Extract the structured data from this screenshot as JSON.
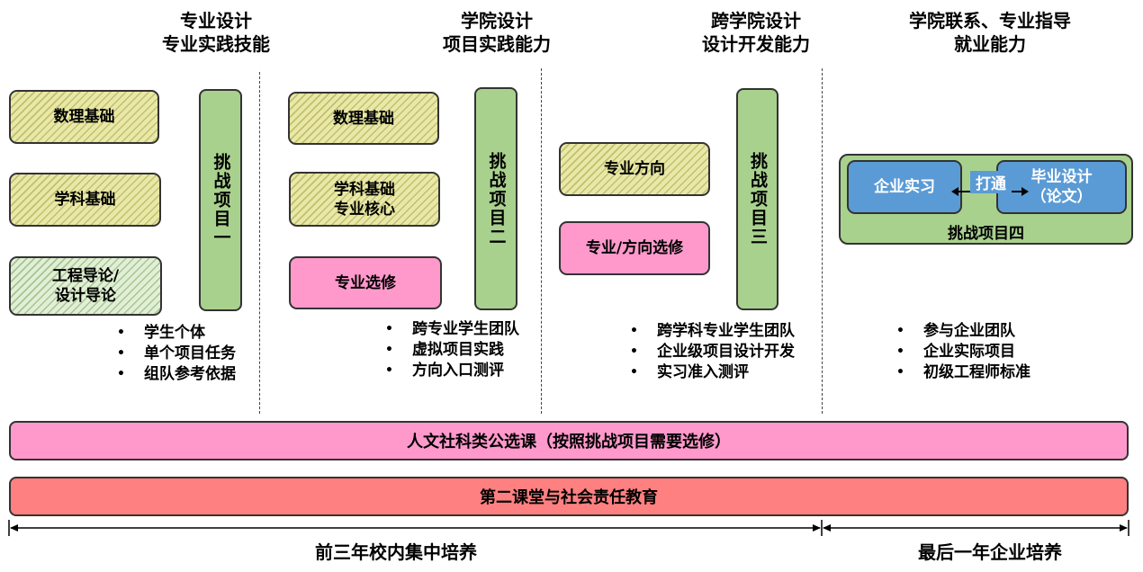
{
  "columns": [
    {
      "header": [
        "专业设计",
        "专业实践技能"
      ],
      "boxes": [
        "数理基础",
        "学科基础",
        "工程导论/\n设计导论"
      ],
      "challenge": "挑战项目一",
      "bullets": [
        "学生个体",
        "单个项目任务",
        "组队参考依据"
      ]
    },
    {
      "header": [
        "学院设计",
        "项目实践能力"
      ],
      "boxes": [
        "数理基础",
        "学科基础\n专业核心",
        "专业选修"
      ],
      "challenge": "挑战项目二",
      "bullets": [
        "跨专业学生团队",
        "虚拟项目实践",
        "方向入口测评"
      ]
    },
    {
      "header": [
        "跨学院设计",
        "设计开发能力"
      ],
      "boxes": [
        "专业方向",
        "专业/方向选修"
      ],
      "challenge": "挑战项目三",
      "bullets": [
        "跨学科专业学生团队",
        "企业级项目设计开发",
        "实习准入测评"
      ]
    },
    {
      "header": [
        "学院联系、专业指导",
        "就业能力"
      ],
      "internship": "企业实习",
      "link": "打通",
      "thesis": "毕业设计\n（论文）",
      "challenge": "挑战项目四",
      "bullets": [
        "参与企业团队",
        "企业实际项目",
        "初级工程师标准"
      ]
    }
  ],
  "bars": {
    "humanities": "人文社科类公选课（按照挑战项目需要选修）",
    "second_classroom": "第二课堂与社会责任教育"
  },
  "timeline": {
    "first_three_years": "前三年校内集中培养",
    "last_year": "最后一年企业培养"
  },
  "colors": {
    "hatch_yellow": "#e9e8a8",
    "green": "#a9d18e",
    "pink": "#ff99cc",
    "salmon": "#ff8080",
    "blue": "#5b9bd5"
  }
}
